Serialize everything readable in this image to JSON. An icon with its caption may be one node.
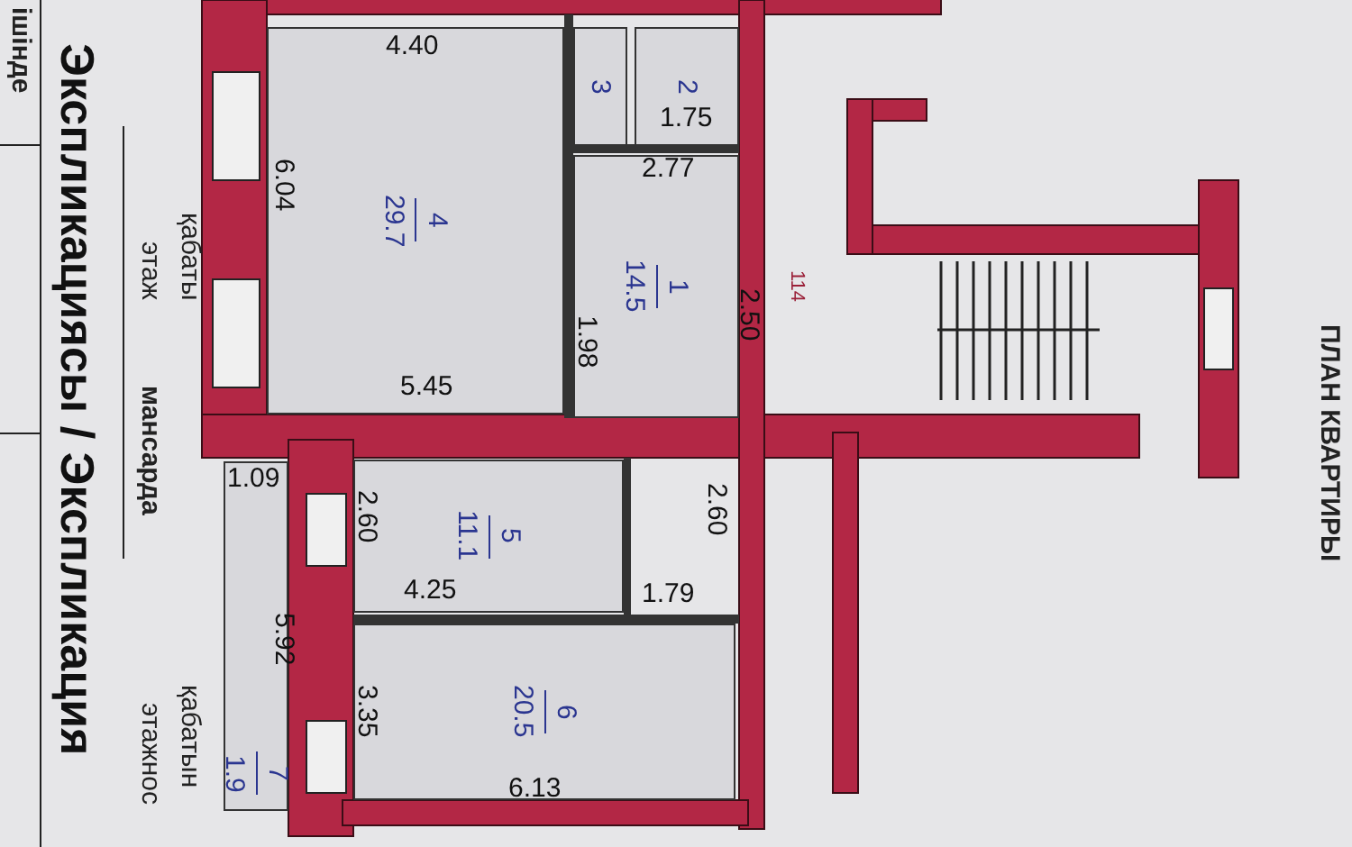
{
  "diagram": {
    "nodes": [
      {
        "text": [
          "4",
          "29.7"
        ]
      },
      {
        "text": [
          "3"
        ]
      },
      {
        "text": [
          "2"
        ]
      },
      {
        "text": [
          "1",
          "14.5"
        ]
      },
      {
        "text": [
          "5",
          "11.1"
        ]
      },
      {
        "text": [
          "6",
          "20.5"
        ]
      },
      {
        "text": [
          "7",
          "1.9"
        ]
      }
    ],
    "labels": [
      "ішінде",
      "Экспликациясы / Экспликация",
      "қабаты",
      "этаж",
      "мансарда",
      "қабатын",
      "этажнос",
      "4.40",
      "6.04",
      "5.45",
      "1.98",
      "1.75",
      "2.77",
      "2.50",
      "114",
      "1.09",
      "2.60",
      "2.60",
      "4.25",
      "1.79",
      "5.92",
      "3.35",
      "6.13",
      "ПЛАН КВАРТИРЫ"
    ]
  }
}
